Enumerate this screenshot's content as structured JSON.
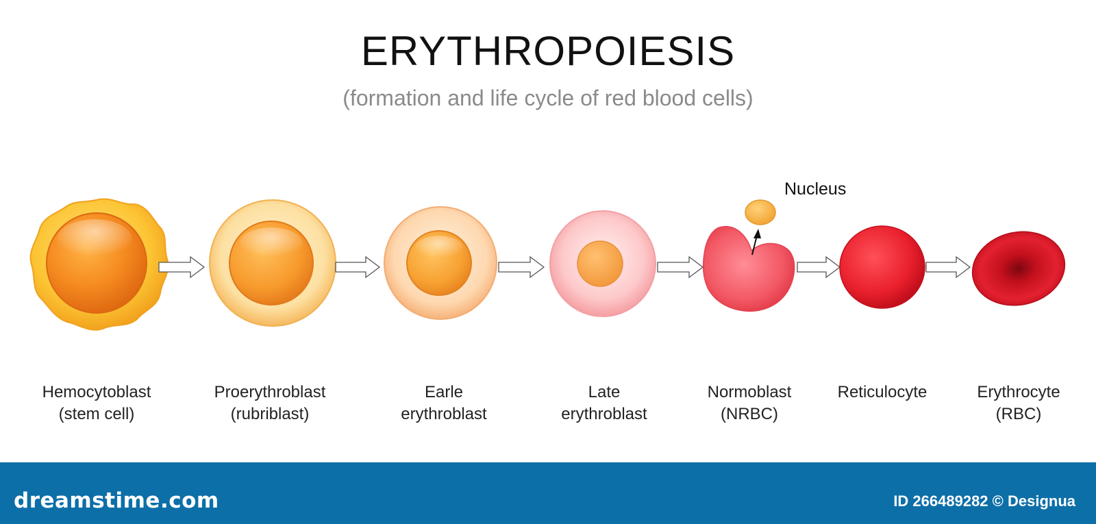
{
  "header": {
    "title": "ERYTHROPOIESIS",
    "subtitle": "(formation and life cycle of red blood cells)"
  },
  "stages": [
    {
      "line1": "Hemocytoblast",
      "line2": "(stem cell)"
    },
    {
      "line1": "Proerythroblast",
      "line2": "(rubriblast)"
    },
    {
      "line1": "Earle",
      "line2": "erythroblast"
    },
    {
      "line1": "Late",
      "line2": "erythroblast"
    },
    {
      "line1": "Normoblast",
      "line2": "(NRBC)"
    },
    {
      "line1": "Reticulocyte",
      "line2": ""
    },
    {
      "line1": "Erythrocyte",
      "line2": "(RBC)"
    }
  ],
  "annotations": {
    "nucleus": "Nucleus"
  },
  "footer": {
    "brand": "dreamstime.com",
    "credit": "ID 266489282 © Designua"
  },
  "colors": {
    "footer_bg": "#0d6fa8",
    "stem_cell": "#f7a82a",
    "erythrocyte": "#d0101e"
  }
}
